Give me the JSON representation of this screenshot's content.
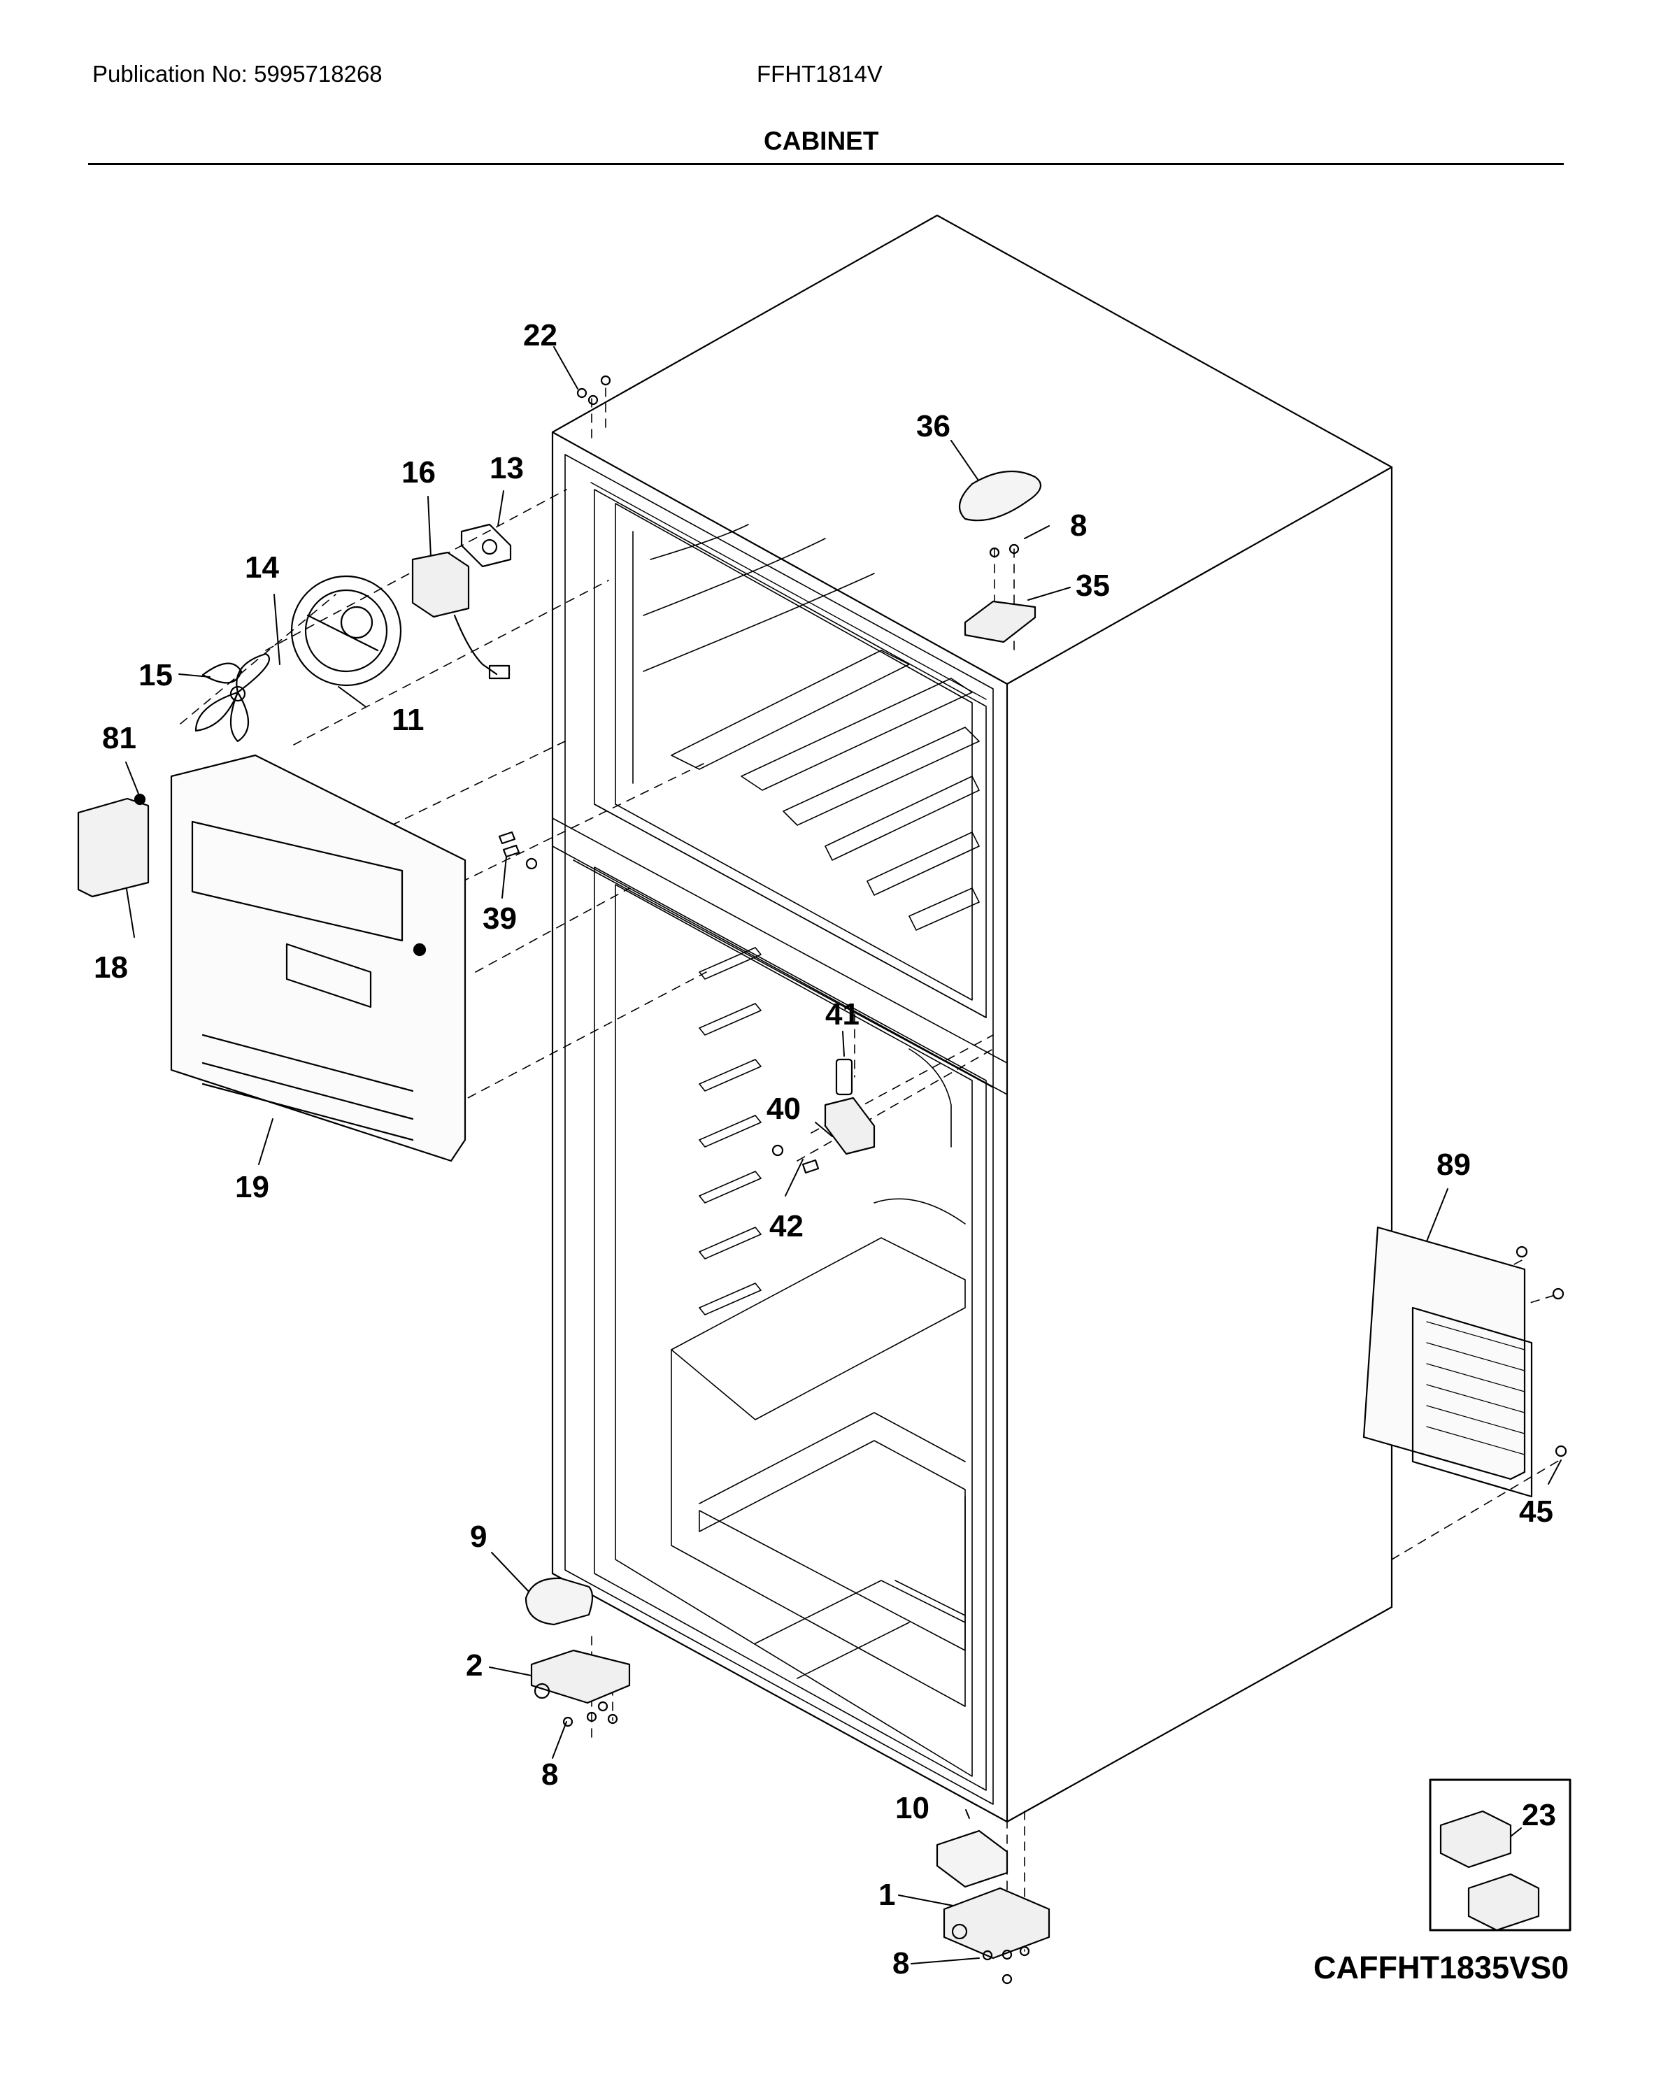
{
  "header": {
    "publication": "Publication No: 5995718268",
    "model": "FFHT1814V",
    "section_title": "CABINET"
  },
  "callouts": {
    "c22": "22",
    "c36": "36",
    "c8_top": "8",
    "c35": "35",
    "c16": "16",
    "c13": "13",
    "c14": "14",
    "c15": "15",
    "c11": "11",
    "c81": "81",
    "c18": "18",
    "c39": "39",
    "c19": "19",
    "c41": "41",
    "c40": "40",
    "c42": "42",
    "c89": "89",
    "c45": "45",
    "c9": "9",
    "c2": "2",
    "c8_left": "8",
    "c10": "10",
    "c1": "1",
    "c8_bottom": "8",
    "c23": "23"
  },
  "diagram_code": "CAFFHT1835VS0"
}
